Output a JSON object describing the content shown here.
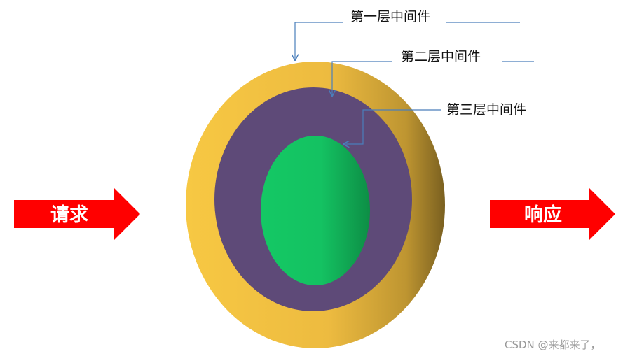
{
  "layers": {
    "outer": "第一层中间件",
    "middle": "第二层中间件",
    "inner": "第三层中间件"
  },
  "flow": {
    "request": "请求",
    "response": "响应"
  },
  "watermark": "CSDN @来都来了，",
  "colors": {
    "outer_ring": "#F5C542",
    "middle_ring": "#5E4A78",
    "inner_core": "#13C763",
    "arrow": "#FF0000",
    "connector": "#4A7EBB"
  }
}
